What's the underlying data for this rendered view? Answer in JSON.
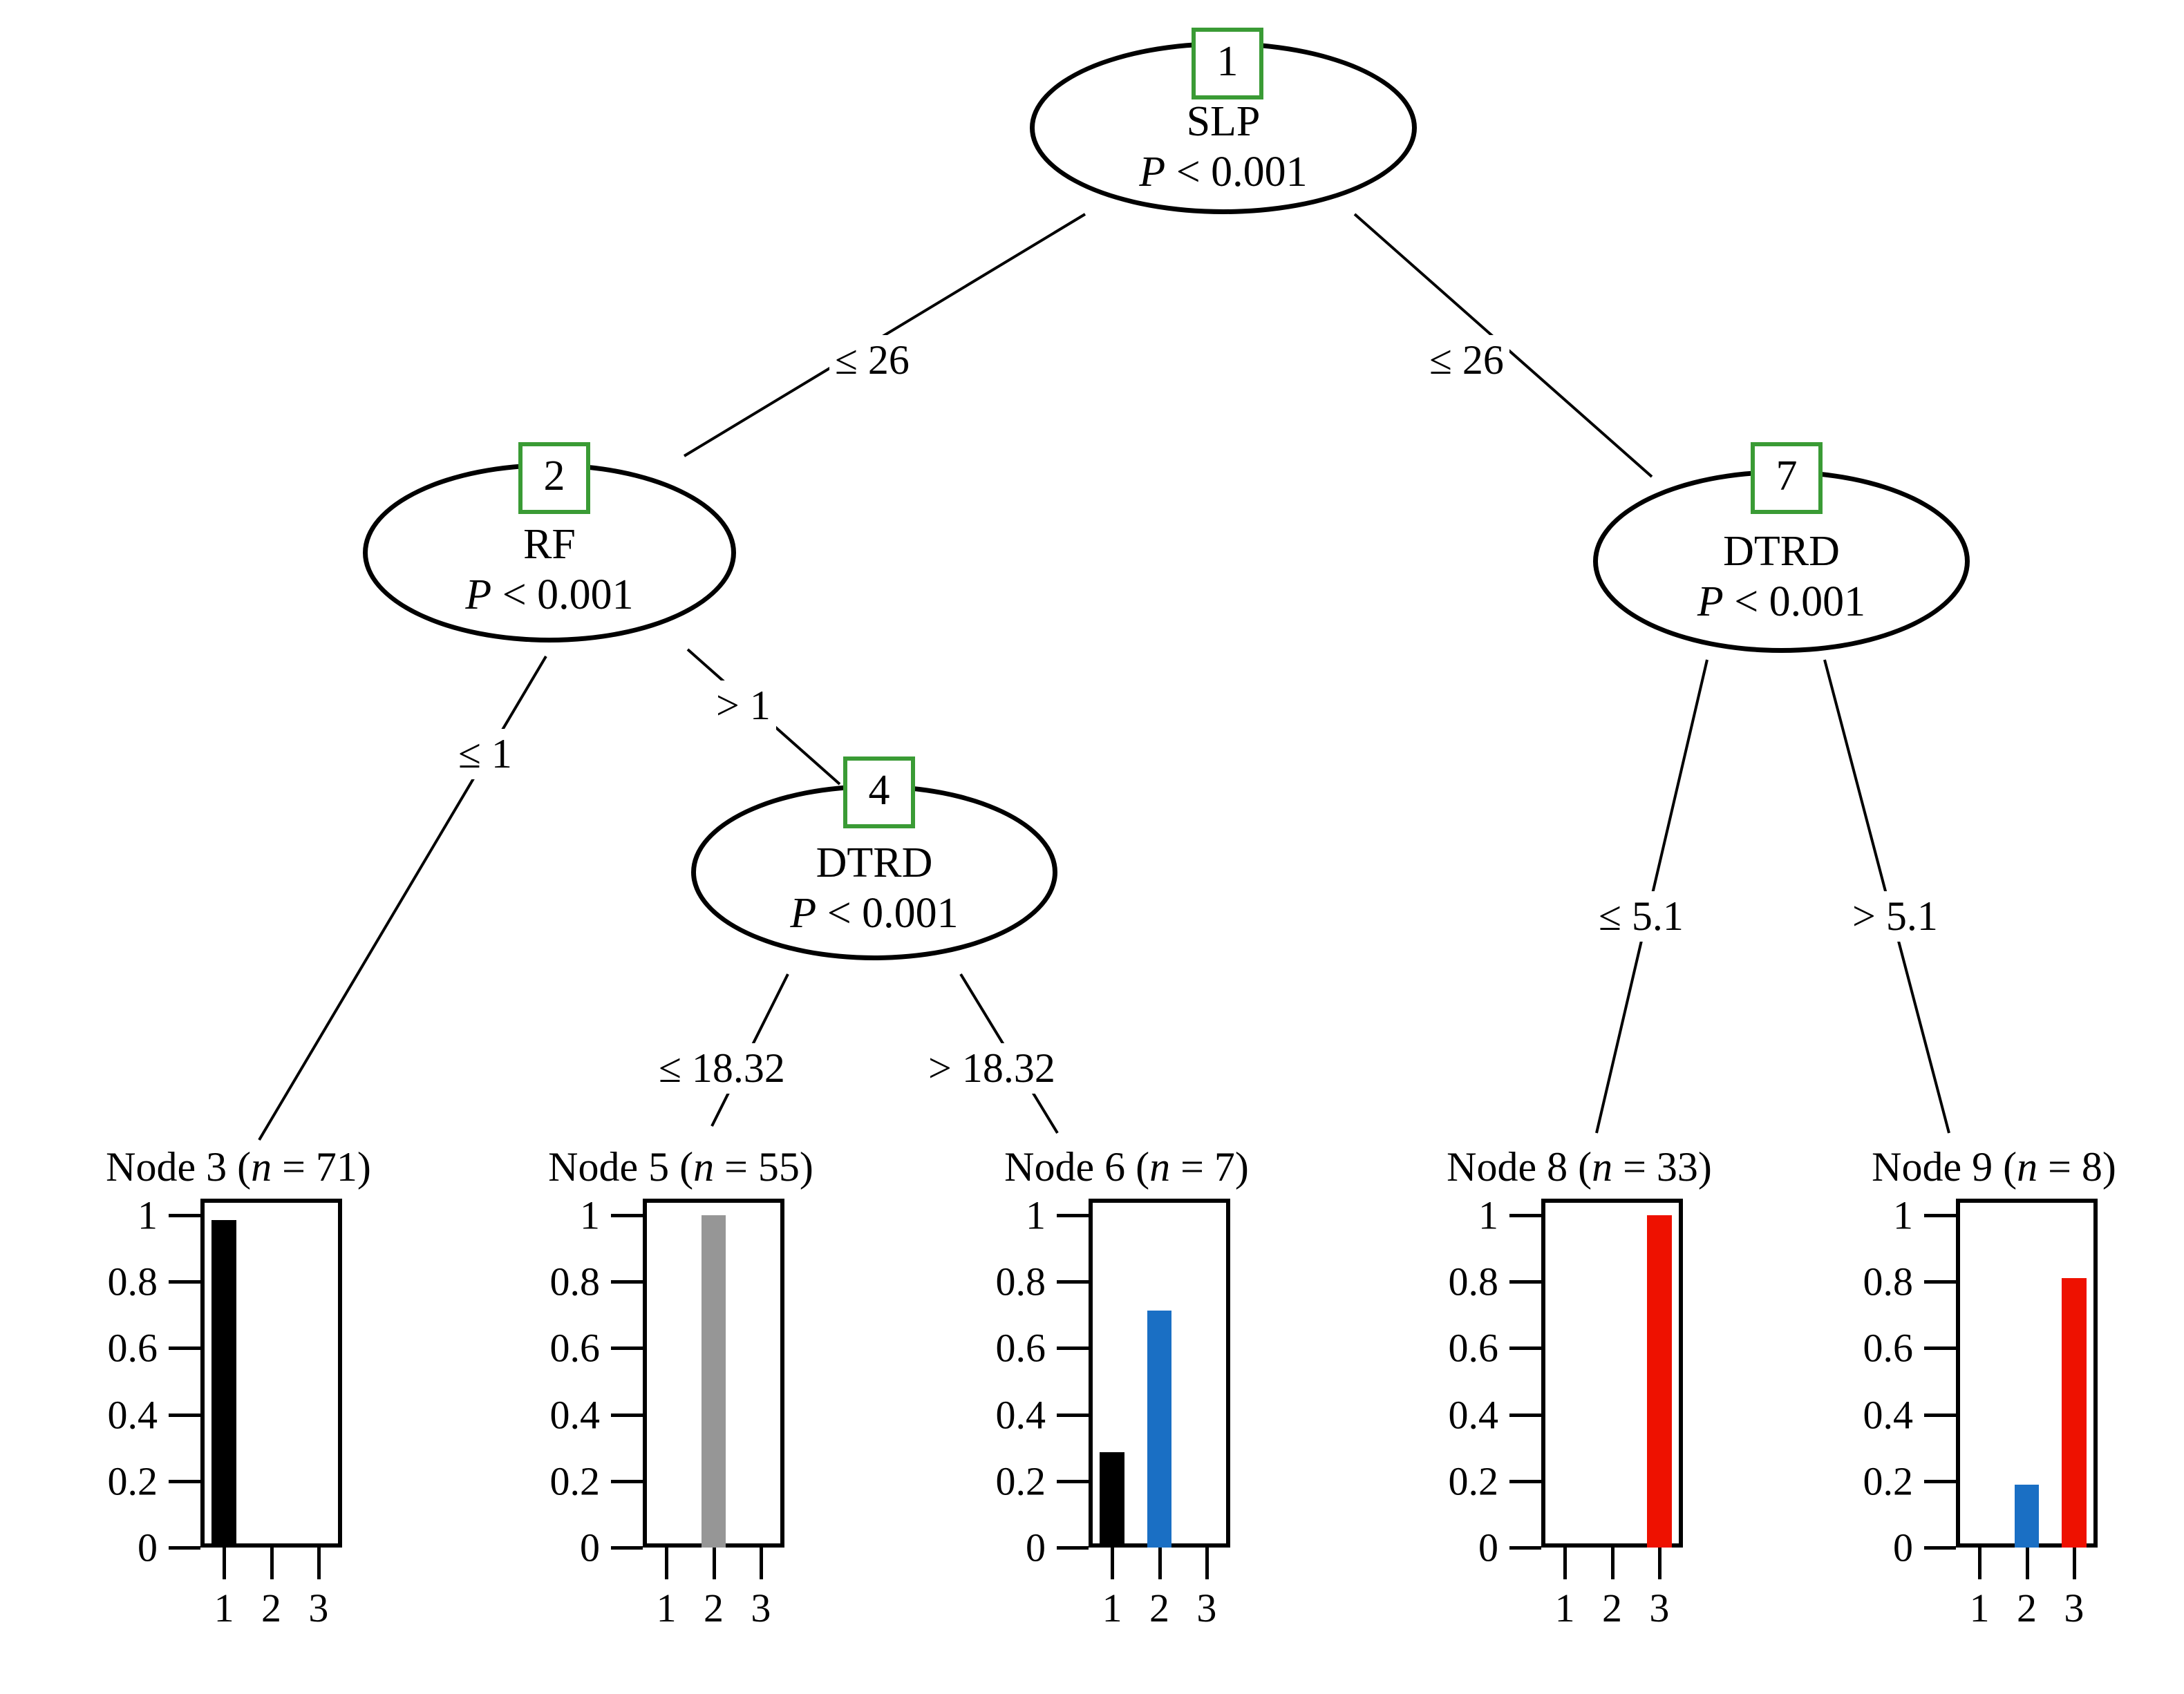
{
  "figure": {
    "type": "conditional-inference-decision-tree",
    "accent_green": "#3a9b35",
    "bar_colors": {
      "class1": "#000000",
      "class2_gray": "#969696",
      "class2_blue": "#1a6fc4",
      "class3_red": "#ee1100"
    }
  },
  "inner_nodes": [
    {
      "id": "1",
      "variable": "SLP",
      "pvalue_prefix": "P",
      "pvalue_rest": " < 0.001"
    },
    {
      "id": "2",
      "variable": "RF",
      "pvalue_prefix": "P",
      "pvalue_rest": " < 0.001"
    },
    {
      "id": "4",
      "variable": "DTRD",
      "pvalue_prefix": "P",
      "pvalue_rest": " < 0.001"
    },
    {
      "id": "7",
      "variable": "DTRD",
      "pvalue_prefix": "P",
      "pvalue_rest": " < 0.001"
    }
  ],
  "edges": [
    {
      "from": "1",
      "to": "2",
      "label": "≤ 26"
    },
    {
      "from": "1",
      "to": "7",
      "label": "≤ 26"
    },
    {
      "from": "2",
      "to": "3",
      "label": "≤ 1"
    },
    {
      "from": "2",
      "to": "4",
      "label": "> 1"
    },
    {
      "from": "4",
      "to": "5",
      "label": "≤ 18.32"
    },
    {
      "from": "4",
      "to": "6",
      "label": "> 18.32"
    },
    {
      "from": "7",
      "to": "8",
      "label": "≤ 5.1"
    },
    {
      "from": "7",
      "to": "9",
      "label": "> 5.1"
    }
  ],
  "terminal_nodes": [
    {
      "id": "3",
      "title_prefix": "Node 3 (",
      "title_it": "n",
      "title_suffix": " = 71)",
      "n": 71
    },
    {
      "id": "5",
      "title_prefix": "Node 5 (",
      "title_it": "n",
      "title_suffix": " = 55)",
      "n": 55
    },
    {
      "id": "6",
      "title_prefix": "Node 6 (",
      "title_it": "n",
      "title_suffix": " = 7)",
      "n": 7
    },
    {
      "id": "8",
      "title_prefix": "Node 8 (",
      "title_it": "n",
      "title_suffix": " = 33)",
      "n": 33
    },
    {
      "id": "9",
      "title_prefix": "Node 9 (",
      "title_it": "n",
      "title_suffix": " = 8)",
      "n": 8
    }
  ],
  "chart_data": [
    {
      "node": "Node 3",
      "type": "bar",
      "title": "Node 3 (n = 71)",
      "categories": [
        "1",
        "2",
        "3"
      ],
      "values": [
        0.986,
        0,
        0
      ],
      "colors": [
        "#000000",
        "#000000",
        "#000000"
      ],
      "ylim": [
        0,
        1.05
      ],
      "yticks": [
        0,
        0.2,
        0.4,
        0.6,
        0.8,
        1
      ],
      "ytick_labels": [
        "0",
        "0.2",
        "0.4",
        "0.6",
        "0.8",
        "1"
      ],
      "xlabel": "",
      "ylabel": "",
      "grid": false,
      "legend": false
    },
    {
      "node": "Node 5",
      "type": "bar",
      "title": "Node 5 (n = 55)",
      "categories": [
        "1",
        "2",
        "3"
      ],
      "values": [
        0,
        1.0,
        0
      ],
      "colors": [
        "#000000",
        "#969696",
        "#ee1100"
      ],
      "ylim": [
        0,
        1.05
      ],
      "yticks": [
        0,
        0.2,
        0.4,
        0.6,
        0.8,
        1
      ],
      "ytick_labels": [
        "0",
        "0.2",
        "0.4",
        "0.6",
        "0.8",
        "1"
      ],
      "xlabel": "",
      "ylabel": "",
      "grid": false,
      "legend": false
    },
    {
      "node": "Node 6",
      "type": "bar",
      "title": "Node 6 (n = 7)",
      "categories": [
        "1",
        "2",
        "3"
      ],
      "values": [
        0.286,
        0.714,
        0
      ],
      "colors": [
        "#000000",
        "#1a6fc4",
        "#ee1100"
      ],
      "ylim": [
        0,
        1.05
      ],
      "yticks": [
        0,
        0.2,
        0.4,
        0.6,
        0.8,
        1
      ],
      "ytick_labels": [
        "0",
        "0.2",
        "0.4",
        "0.6",
        "0.8",
        "1"
      ],
      "xlabel": "",
      "ylabel": "",
      "grid": false,
      "legend": false
    },
    {
      "node": "Node 8",
      "type": "bar",
      "title": "Node 8 (n = 33)",
      "categories": [
        "1",
        "2",
        "3"
      ],
      "values": [
        0,
        0,
        1.0
      ],
      "colors": [
        "#000000",
        "#1a6fc4",
        "#ee1100"
      ],
      "ylim": [
        0,
        1.05
      ],
      "yticks": [
        0,
        0.2,
        0.4,
        0.6,
        0.8,
        1
      ],
      "ytick_labels": [
        "0",
        "0.2",
        "0.4",
        "0.6",
        "0.8",
        "1"
      ],
      "xlabel": "",
      "ylabel": "",
      "grid": false,
      "legend": false
    },
    {
      "node": "Node 9",
      "type": "bar",
      "title": "Node 9 (n = 8)",
      "categories": [
        "1",
        "2",
        "3"
      ],
      "values": [
        0,
        0.19,
        0.81
      ],
      "colors": [
        "#000000",
        "#1a6fc4",
        "#ee1100"
      ],
      "ylim": [
        0,
        1.05
      ],
      "yticks": [
        0,
        0.2,
        0.4,
        0.6,
        0.8,
        1
      ],
      "ytick_labels": [
        "0",
        "0.2",
        "0.4",
        "0.6",
        "0.8",
        "1"
      ],
      "xlabel": "",
      "ylabel": "",
      "grid": false,
      "legend": false
    }
  ]
}
